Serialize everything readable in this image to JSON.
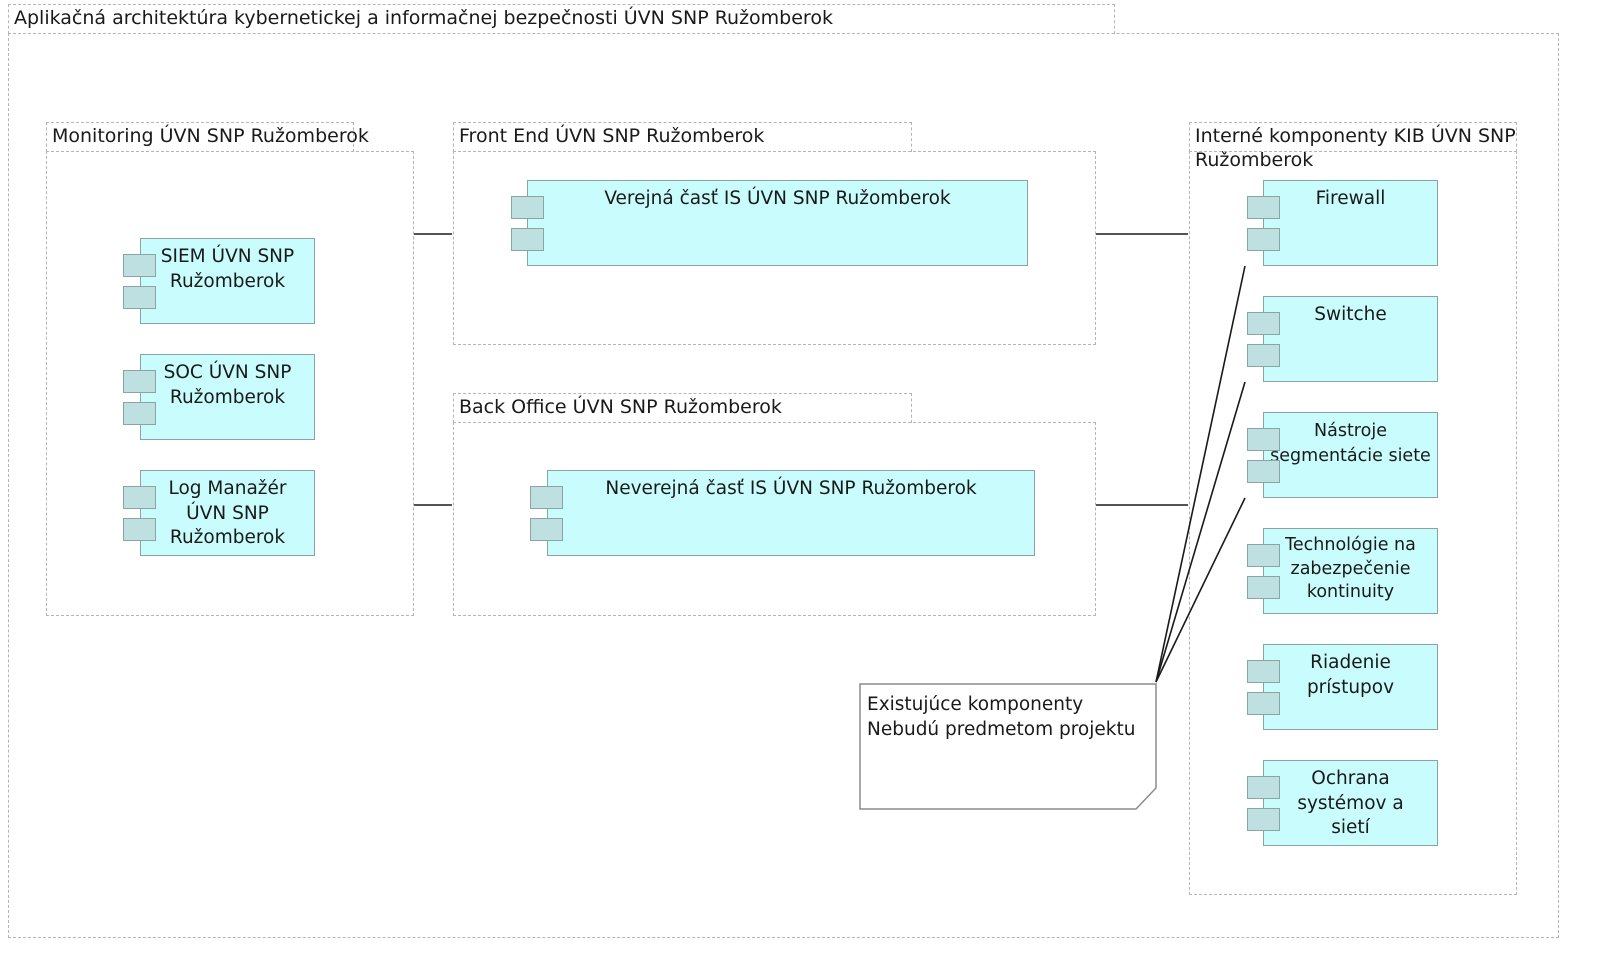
{
  "diagram": {
    "title": "Aplikačná architektúra kybernetickej a informačnej bezpečnosti ÚVN SNP Ružomberok",
    "groups": {
      "monitoring": {
        "title": "Monitoring ÚVN SNP Ružomberok",
        "components": [
          "SIEM ÚVN SNP Ružomberok",
          "SOC ÚVN SNP Ružomberok",
          "Log Manažér ÚVN SNP Ružomberok"
        ]
      },
      "front_end": {
        "title": "Front End ÚVN SNP Ružomberok",
        "components": [
          "Verejná časť IS ÚVN SNP Ružomberok"
        ]
      },
      "back_office": {
        "title": "Back Office ÚVN SNP Ružomberok",
        "components": [
          "Neverejná časť IS ÚVN SNP Ružomberok"
        ]
      },
      "internal": {
        "title": "Interné komponenty KIB ÚVN SNP Ružomberok",
        "components": [
          "Firewall",
          "Switche",
          "Nástroje segmentácie siete",
          "Technológie na zabezpečenie kontinuity",
          "Riadenie prístupov",
          "Ochrana systémov a sietí"
        ]
      }
    },
    "note": {
      "line1": "Existujúce komponenty",
      "line2": "Nebudú predmetom projektu"
    },
    "colors": {
      "component_fill": "#c9fcfc",
      "component_border": "#8aa4a4",
      "port_fill": "#bfe0e0",
      "dash_border": "#b5b5b5"
    }
  }
}
